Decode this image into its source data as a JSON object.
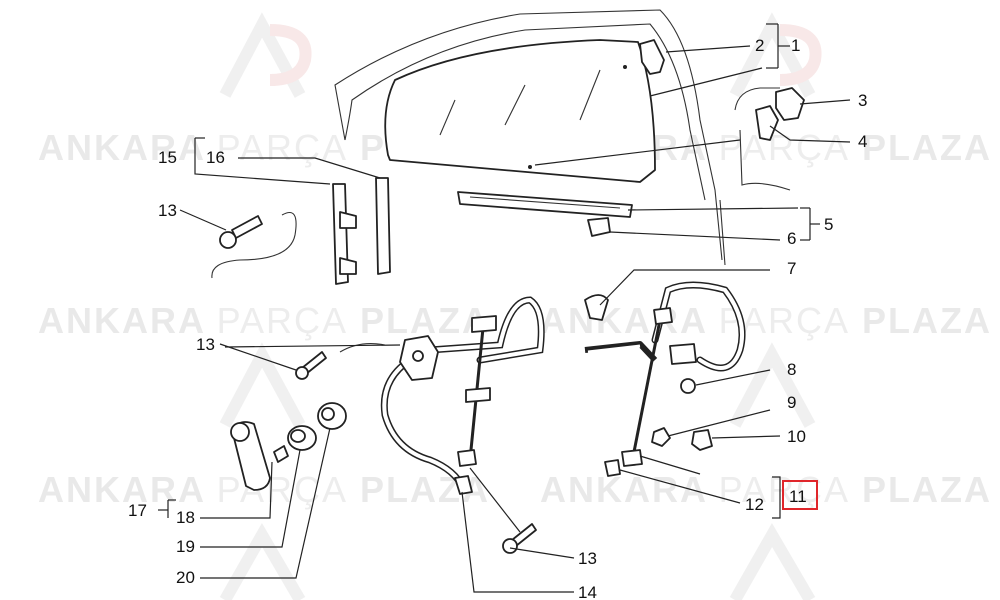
{
  "watermark": {
    "brand_bold": "ANKARA",
    "brand_thin": "PARÇA",
    "brand_end": "PLAZA"
  },
  "highlight_color": "#e0262b",
  "labels": {
    "l1": "1",
    "l2": "2",
    "l3": "3",
    "l4": "4",
    "l5": "5",
    "l6": "6",
    "l7": "7",
    "l8": "8",
    "l9": "9",
    "l10": "10",
    "l11": "11",
    "l12": "12",
    "l13a": "13",
    "l13b": "13",
    "l13c": "13",
    "l14": "14",
    "l15": "15",
    "l16": "16",
    "l17": "17",
    "l18": "18",
    "l19": "19",
    "l20": "20"
  }
}
